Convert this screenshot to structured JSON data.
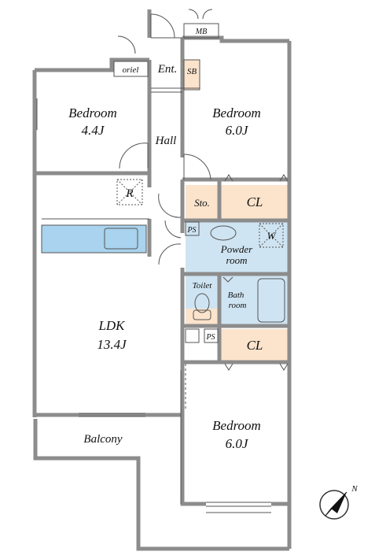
{
  "rooms": {
    "mb": "MB",
    "oriel": "oriel",
    "entrance": "Ent.",
    "shoe_box": "SB",
    "bedroom_nw": {
      "name": "Bedroom",
      "size": "4.4J"
    },
    "bedroom_ne": {
      "name": "Bedroom",
      "size": "6.0J"
    },
    "hall": "Hall",
    "refrigerator": "R",
    "storage": "Sto.",
    "closet_upper": "CL",
    "ps_upper": "PS",
    "washer": "W",
    "powder_room": {
      "line1": "Powder",
      "line2": "room"
    },
    "toilet": "Toilet",
    "bath_room": {
      "line1": "Bath",
      "line2": "room"
    },
    "ps_lower": "PS",
    "closet_lower": "CL",
    "ldk": {
      "name": "LDK",
      "size": "13.4J"
    },
    "balcony": "Balcony",
    "bedroom_se": {
      "name": "Bedroom",
      "size": "6.0J"
    }
  },
  "compass": {
    "label": "N"
  },
  "colors": {
    "wall": "#8c8c8c",
    "closet_fill": "#fbe3cc",
    "wet_area_fill": "#cfe4f2",
    "counter_fill": "#a9d3ee"
  }
}
